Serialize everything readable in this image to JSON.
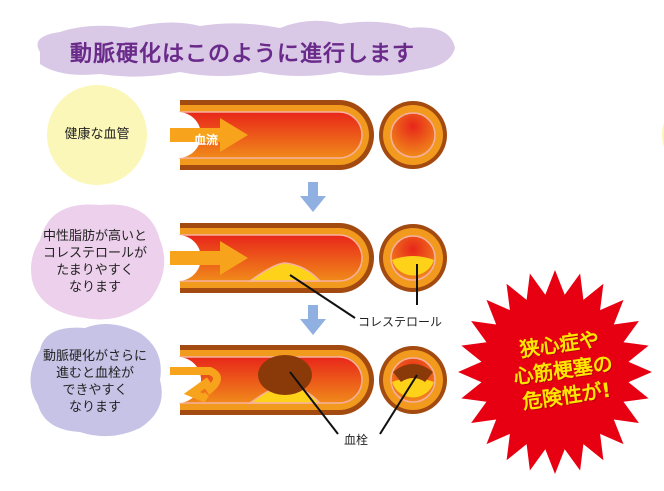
{
  "title": "動脈硬化はこのように進行します",
  "stages": [
    {
      "label": "健康な血管"
    },
    {
      "label_lines": [
        "中性脂肪が高いと",
        "コレステロールが",
        "たまりやすく",
        "なります"
      ]
    },
    {
      "label_lines": [
        "動脈硬化がさらに",
        "進むと血栓が",
        "できやすく",
        "なります"
      ]
    }
  ],
  "flow_label": "血流",
  "cholesterol_label": "コレステロール",
  "thrombus_label": "血栓",
  "warning_lines": [
    "狭心症や",
    "心筋梗塞の",
    "危険性が!"
  ],
  "colors": {
    "title": "#6a2a8a",
    "warning_bg": "#e60012",
    "warning_text": "#ffe600",
    "arrow": "#8fb0e0"
  }
}
